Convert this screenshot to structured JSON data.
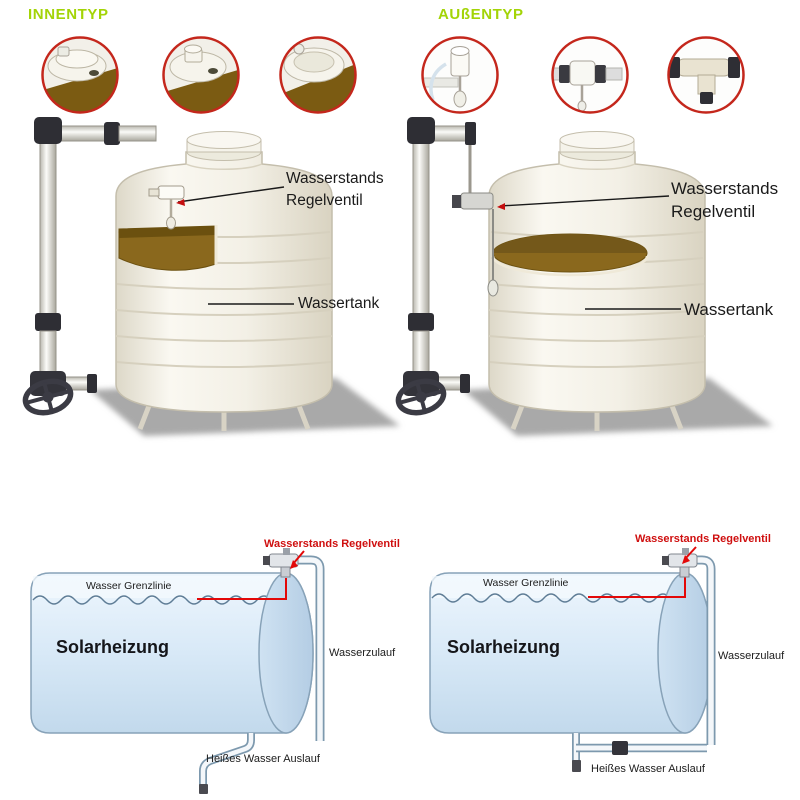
{
  "colors": {
    "title_green": "#a3d407",
    "accent_red": "#cf0f0f",
    "circle_ring_red": "#c4271c",
    "label_black": "#1a1a1a",
    "tank_ivory": "#f3f0e6",
    "water_brown": "#8a681d",
    "solar_tank_blue": "#d8e9f7"
  },
  "top": {
    "inner": {
      "title": "INNENTYP",
      "valve_line1": "Wasserstands",
      "valve_line2": "Regelventil",
      "tank": "Wassertank"
    },
    "outer": {
      "title": "AUßENTYP",
      "valve_line1": "Wasserstands",
      "valve_line2": "Regelventil",
      "tank": "Wassertank"
    }
  },
  "bottom": {
    "left": {
      "valve": "Wasserstands Regelventil",
      "limit": "Wasser Grenzlinie",
      "tank": "Solarheizung",
      "inlet": "Wasserzulauf",
      "outlet": "Heißes Wasser Auslauf"
    },
    "right": {
      "valve": "Wasserstands Regelventil",
      "limit": "Wasser Grenzlinie",
      "tank": "Solarheizung",
      "inlet": "Wasserzulauf",
      "outlet": "Heißes Wasser Auslauf"
    }
  }
}
